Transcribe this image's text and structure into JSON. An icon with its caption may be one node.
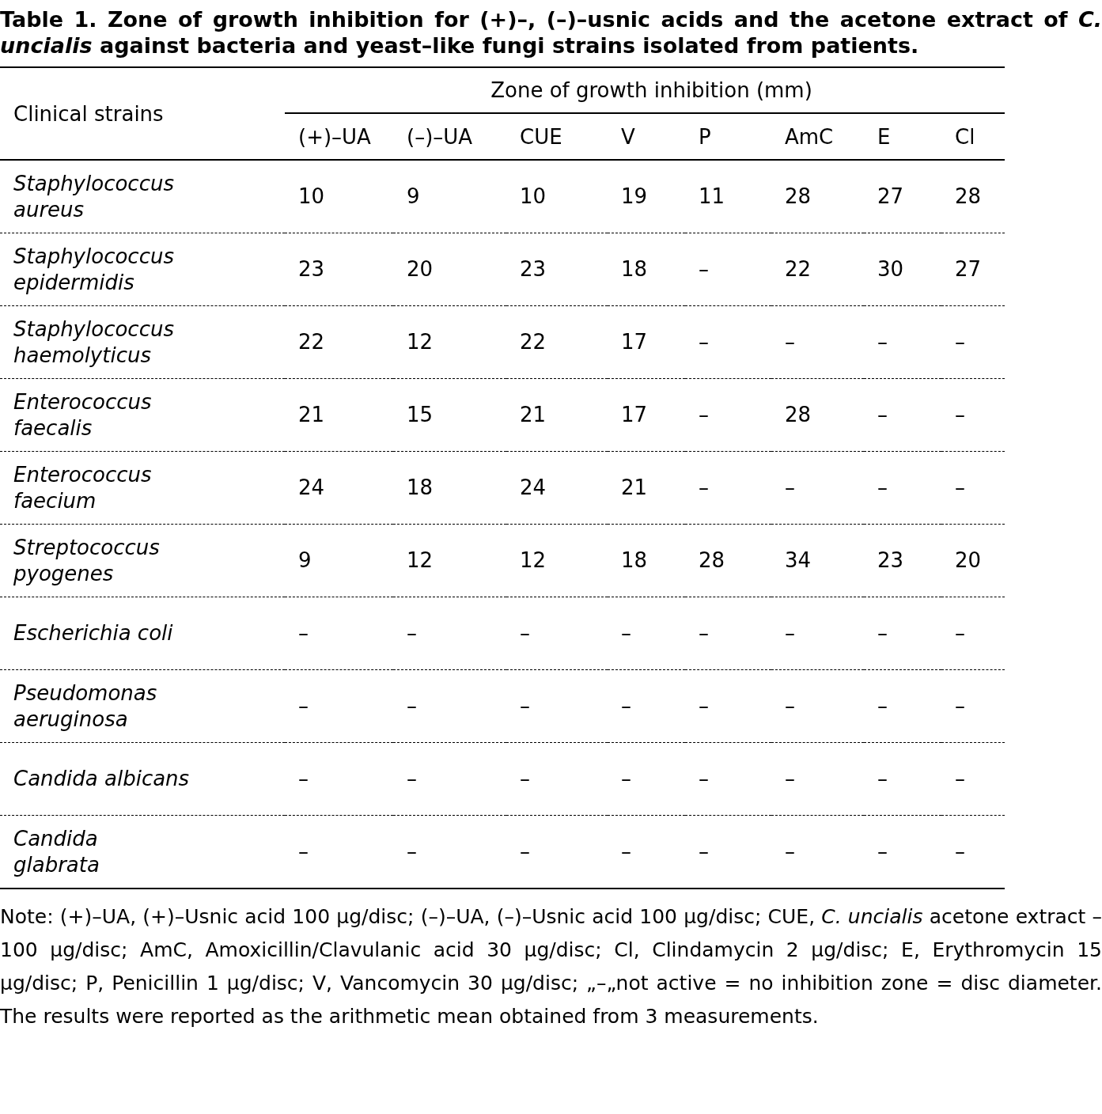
{
  "diagram": {
    "title": "Table 1. Zone of growth inhibition for (+)–, (–)–usnic acids and the acetone extract of *C. uncialis* against bacteria and yeast–like fungi strains isolated from patients.",
    "caption": "Note: (+)–UA, (+)–Usnic acid 100 µg/disc; (–)–UA, (–)–Usnic acid 100 µg/disc; CUE, *C. uncialis* acetone extract – 100 µg/disc; AmC, Amoxicillin/Clavulanic acid 30 µg/disc; Cl, Clindamycin 2 µg/disc; E, Erythromycin 15 µg/disc; P, Penicillin 1 µg/disc; V, Vancomycin 30 µg/disc; „–„not active = no inhibition zone = disc diameter. The results were reported as the arithmetic mean obtained from 3 measurements.",
    "labels": [
      "Clinical strains",
      "Zone of growth inhibition (mm)",
      "(+)–UA",
      "(–)–UA",
      "CUE",
      "V",
      "P",
      "AmC",
      "E",
      "Cl",
      "Staphylococcus aureus",
      "10",
      "9",
      "10",
      "19",
      "11",
      "28",
      "27",
      "28",
      "Staphylococcus epidermidis",
      "23",
      "20",
      "23",
      "18",
      "–",
      "22",
      "30",
      "27",
      "Staphylococcus haemolyticus",
      "22",
      "12",
      "22",
      "17",
      "–",
      "–",
      "–",
      "–",
      "Enterococcus faecalis",
      "21",
      "15",
      "21",
      "17",
      "–",
      "28",
      "–",
      "–",
      "Enterococcus faecium",
      "24",
      "18",
      "24",
      "21",
      "–",
      "–",
      "–",
      "–",
      "Streptococcus pyogenes",
      "9",
      "12",
      "12",
      "18",
      "28",
      "34",
      "23",
      "20",
      "Escherichia coli",
      "–",
      "–",
      "–",
      "–",
      "–",
      "–",
      "–",
      "–",
      "Pseudomonas aeruginosa",
      "–",
      "–",
      "–",
      "–",
      "–",
      "–",
      "–",
      "–",
      "Candida albicans",
      "–",
      "–",
      "–",
      "–",
      "–",
      "–",
      "–",
      "–",
      "Candida glabrata",
      "–",
      "–",
      "–",
      "–",
      "–",
      "–",
      "–",
      "–"
    ]
  }
}
